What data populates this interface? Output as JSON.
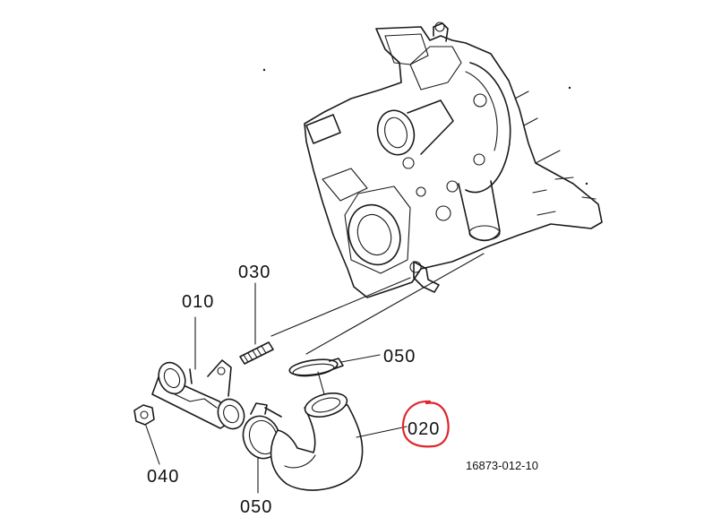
{
  "diagram": {
    "drawing_ref": "16873-012-10",
    "highlight_color": "#e0262c",
    "parts": [
      {
        "id": "010"
      },
      {
        "id": "020",
        "highlighted": true
      },
      {
        "id": "030"
      },
      {
        "id": "040"
      },
      {
        "id": "050"
      },
      {
        "id": "050"
      }
    ]
  }
}
